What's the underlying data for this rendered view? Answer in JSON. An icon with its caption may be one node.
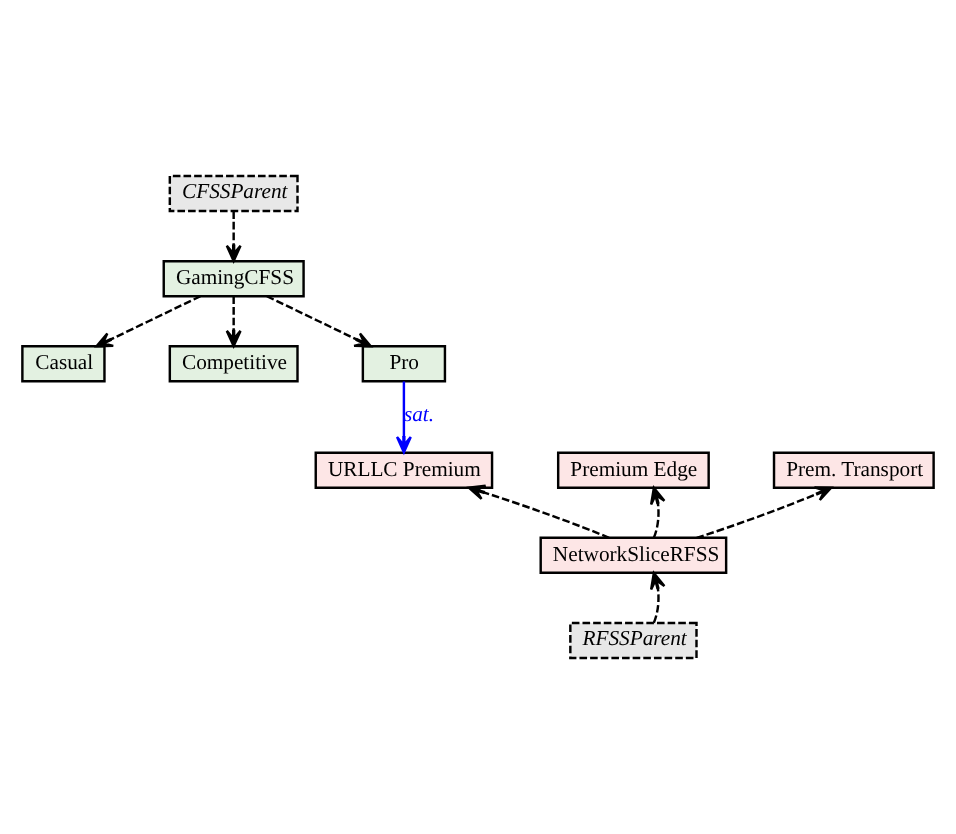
{
  "diagram": {
    "nodes": [
      {
        "text": [
          "CFSSParent"
        ]
      },
      {
        "text": [
          "GamingCFSS"
        ]
      },
      {
        "text": [
          "Casual"
        ]
      },
      {
        "text": [
          "Competitive"
        ]
      },
      {
        "text": [
          "Pro"
        ]
      },
      {
        "text": [
          "URLLC Premium"
        ]
      },
      {
        "text": [
          "Premium Edge"
        ]
      },
      {
        "text": [
          "Prem. Transport"
        ]
      },
      {
        "text": [
          "NetworkSliceRFSS"
        ]
      },
      {
        "text": [
          "RFSSParent"
        ]
      }
    ],
    "edges": [
      {
        "from": 0,
        "to": 1,
        "arrow": "to",
        "style": "dashed"
      },
      {
        "from": 1,
        "to": 2,
        "arrow": "to",
        "style": "dashed"
      },
      {
        "from": 1,
        "to": 3,
        "arrow": "to",
        "style": "dashed"
      },
      {
        "from": 1,
        "to": 4,
        "arrow": "to",
        "style": "dashed"
      },
      {
        "from": 4,
        "to": 5,
        "arrow": "to",
        "label": "sat.",
        "color": "#0000ff"
      },
      {
        "from": 8,
        "to": 5,
        "arrow": "to",
        "style": "dashed"
      },
      {
        "from": 8,
        "to": 6,
        "arrow": "to",
        "style": "dashed"
      },
      {
        "from": 8,
        "to": 7,
        "arrow": "to",
        "style": "dashed"
      },
      {
        "from": 9,
        "to": 8,
        "arrow": "to",
        "style": "dashed"
      }
    ]
  }
}
